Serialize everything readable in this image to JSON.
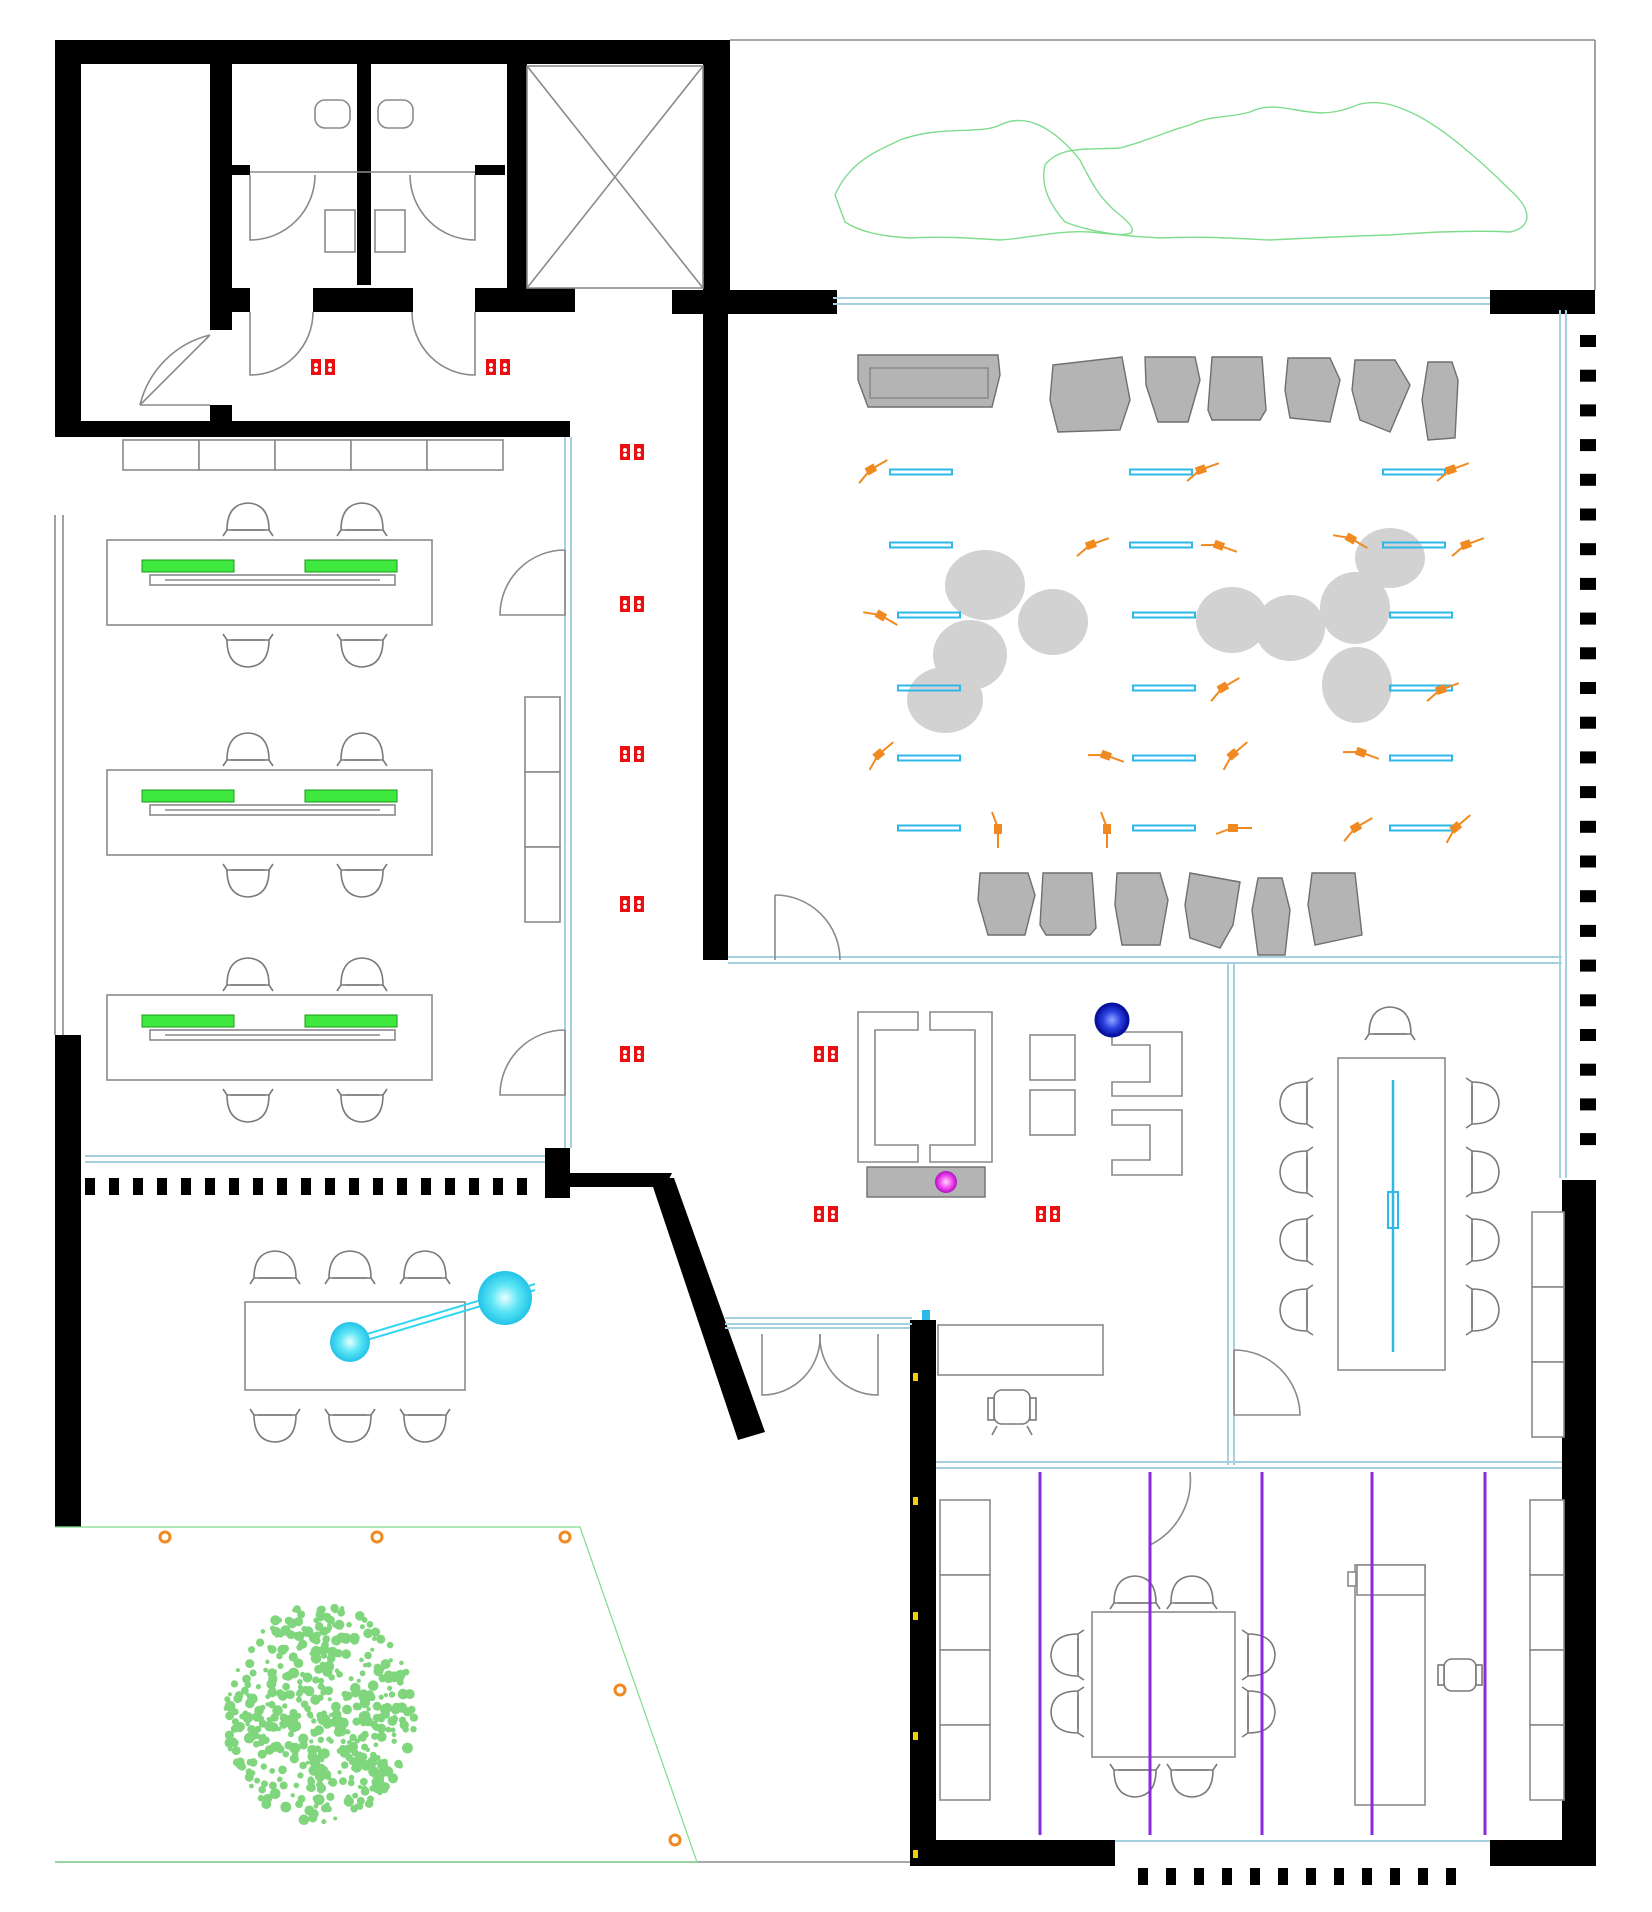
{
  "plan": {
    "type": "office floor plan",
    "colors": {
      "wall": "#000000",
      "glass_partition": "#a6cfe0",
      "furniture_outline": "#8a8a8a",
      "lounge_chair_fill": "#b4b4b4",
      "pouf_fill": "#d2d2d2",
      "power_outlet": "#e81010",
      "desk_screen": "#3ee83e",
      "bench_light": "#2eb8e8",
      "reading_lamp": "#f08a20",
      "partition_lamp": "#8a2be2",
      "pendant_light": "#33d6f0",
      "ceiling_light_blue": "#1a2fd6",
      "ceiling_light_magenta": "#e040e0",
      "planting": "#7fd67d",
      "garden_light": "#f08a20",
      "wall_marker": "#f0d000"
    },
    "rooms": [
      {
        "id": "restrooms",
        "icons": [
          "wc-icon",
          "sink-icon"
        ]
      },
      {
        "id": "elevator-shaft"
      },
      {
        "id": "roof-garden",
        "icons": [
          "hedge-icon"
        ]
      },
      {
        "id": "lounge-library",
        "icons": [
          "lounge-chair-icon",
          "pouf-icon",
          "reading-lamp-icon"
        ]
      },
      {
        "id": "open-workspace",
        "icons": [
          "desk-cluster-icon",
          "office-chair-icon"
        ]
      },
      {
        "id": "corridor",
        "icons": [
          "power-outlet-icon"
        ]
      },
      {
        "id": "reception-lounge",
        "icons": [
          "sofa-icon",
          "armchair-icon"
        ]
      },
      {
        "id": "meeting-room",
        "icons": [
          "conference-table-icon"
        ]
      },
      {
        "id": "kitchen-dining",
        "icons": [
          "dining-table-icon",
          "pendant-light-icon"
        ]
      },
      {
        "id": "terrace",
        "icons": [
          "tree-icon",
          "garden-light-icon"
        ]
      },
      {
        "id": "reception-desk",
        "icons": [
          "task-chair-icon"
        ]
      },
      {
        "id": "private-offices",
        "icons": [
          "partition-lamp-icon"
        ]
      }
    ]
  }
}
